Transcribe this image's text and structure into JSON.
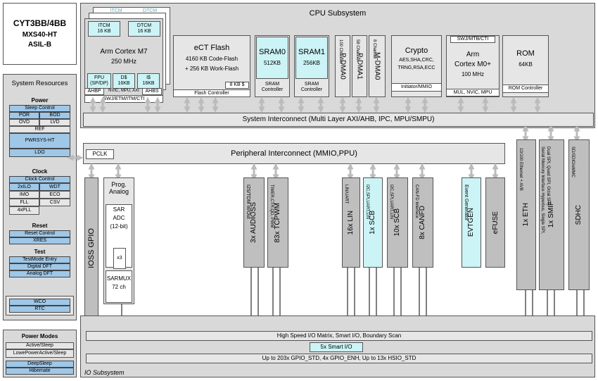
{
  "chip": {
    "line1": "CYT3BB/4BB",
    "line2": "MXS40-HT",
    "line3": "ASIL-B"
  },
  "system_resources": {
    "title": "System Resources",
    "power": {
      "title": "Power",
      "sleep_control": "Sleep Control",
      "por": "POR",
      "bod": "BOD",
      "ovd": "OVD",
      "lvd": "LVD",
      "ref": "REF",
      "pwrsys": "PWRSYS-HT",
      "ldo": "LDO"
    },
    "clock": {
      "title": "Clock",
      "clock_control": "Clock Control",
      "ilo": "2xILO",
      "wdt": "WDT",
      "imo": "IMO",
      "eco": "ECO",
      "fll": "FLL",
      "csv": "CSV",
      "pll": "4xPLL"
    },
    "reset": {
      "title": "Reset",
      "reset_control": "Reset Control",
      "xres": "XRES"
    },
    "test": {
      "title": "Test",
      "testmode": "TestMode Entry",
      "digital_dft": "Digital DFT",
      "analog_dft": "Analog DFT"
    },
    "wco": "WCO",
    "rtc": "RTC"
  },
  "power_modes": {
    "title": "Power Modes",
    "active_sleep": "Active/Sleep",
    "lp_active_sleep": "LowePowerActive/Sleep",
    "deepsleep": "DeepSleep",
    "hibernate": "Hibernate"
  },
  "cpu_subsystem": {
    "title": "CPU Subsystem",
    "itcm_top": "ITCM",
    "dtcm_top": "DTCM",
    "itcm": "ITCM",
    "itcm_size": "16 KB",
    "dtcm": "DTCM",
    "dtcm_size": "16 KB",
    "m7_name": "Arm Cortex M7",
    "m7_freq": "250 MHz",
    "fpu": "FPU",
    "fpu_sub": "(SP/DP)",
    "d_cache": "D$",
    "d_size": "16KB",
    "i_cache": "I$",
    "i_size": "16KB",
    "nvic": "NVIC, MPU, AXI",
    "swj_m7": "SWJ/ETM/ITM/CTI",
    "ahbp": "AHBP",
    "ahbs": "AHBS",
    "flash_title": "eCT Flash",
    "flash_code": "4160 KB Code-Flash",
    "flash_work": "+ 256 KB Work-Flash",
    "flash_buf": "8 KB $",
    "flash_ctrl": "Flash Controller",
    "sram0": "SRAM0",
    "sram0_size": "512KB",
    "sram0_ctrl": "SRAM Controller",
    "sram1": "SRAM1",
    "sram1_size": "256KB",
    "sram1_ctrl": "SRAM Controller",
    "pdma0": "P-DMA0",
    "pdma0_ch": "100 Channel",
    "pdma1": "P-DMA1",
    "pdma1_ch": "58 Channel",
    "mdma0": "M-DMA0",
    "mdma0_ch": "8 Channel",
    "crypto": "Crypto",
    "crypto_l1": "AES,SHA,CRC,",
    "crypto_l2": "TRNG,RSA,ECC",
    "crypto_ctrl": "Initiator/MMIO",
    "swj_m0": "SWJ/MTB/CTI",
    "m0_name": "Arm",
    "m0_name2": "Cortex M0+",
    "m0_freq": "100 MHz",
    "m0_nvic": "MUL, NVIC, MPU",
    "rom": "ROM",
    "rom_size": "64KB",
    "rom_ctrl": "ROM Controller"
  },
  "system_interconnect": "System Interconnect (Multi Layer AXI/AHB, IPC, MPU/SMPU)",
  "peripheral_interconnect": "Peripheral Interconnect (MMIO,PPU)",
  "pclk": "PCLK",
  "peripherals": {
    "ioss_gpio": "IOSS GPIO",
    "prog_analog": "Prog. Analog",
    "sar": "SAR",
    "adc": "ADC",
    "bits": "(12-bit)",
    "x3": "x3",
    "sarmux": "SARMUX",
    "sarmux_ch": "72 ch",
    "audioss": "3x AUDIOSS",
    "audioss_sub": "I2S/TDM In/Out",
    "tcpwm": "83x TCPWM",
    "tcpwm_sub": "TIMER,CTR,QD, PWM",
    "lin": "16x LIN",
    "lin_sub": "LIN/UART",
    "scb1": "1x SCB",
    "scb1_sub": "I2C,SPI,UART,LIN",
    "scb10": "10x SCB",
    "scb10_sub": "I2C,SPI,UART,LIN",
    "canfd": "8x CANFD",
    "canfd_sub": "CAN-FD Interface",
    "evtgen": "EVTGEN",
    "evtgen_sub": "Event Generator",
    "efuse": "eFUSE",
    "eth": "1x ETH",
    "eth_sub": "10/100 Ethernet + AVB",
    "smif": "1x SMIF",
    "smif_sub1": "Serial Memory Interface Hyperbus, Single SPI,",
    "smif_sub2": "Dual SPI, Quad SPI, Octal SPI)",
    "sdhc": "SDHC",
    "sdhc_sub": "SD/SDIO/eMMC"
  },
  "io": {
    "matrix": "High Speed I/O Matrix, Smart I/O, Boundary Scan",
    "smart_io": "5x Smart I/O",
    "gpio": "Up to 203x GPIO_STD, 4x GPIO_ENH, Up to 13x HSIO_STD",
    "subsystem": "IO Subsystem"
  }
}
